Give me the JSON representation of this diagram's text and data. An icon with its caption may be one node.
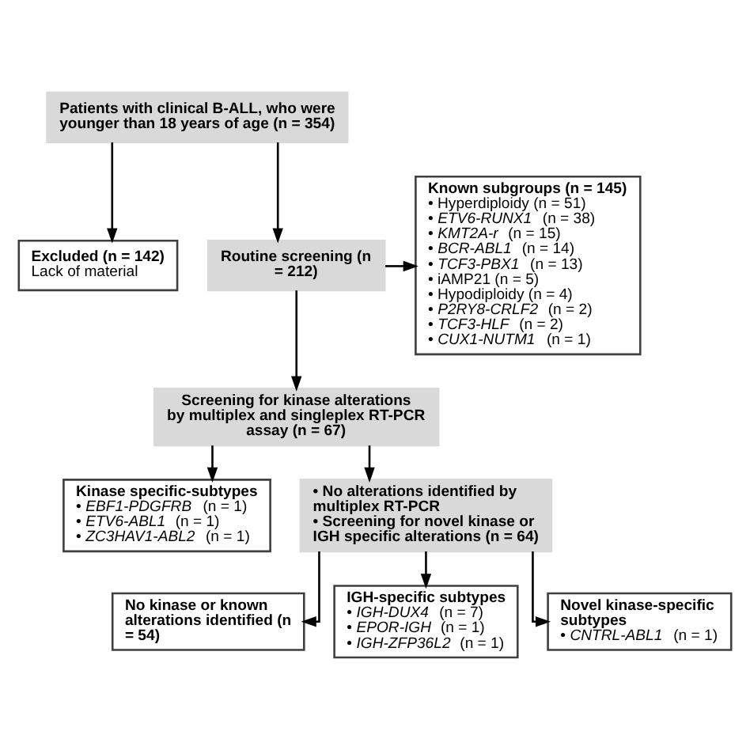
{
  "diagram": {
    "nodes": [
      {
        "text": [
          "Patients with clinical B-ALL, who were younger than 18 years of age (n = 354)"
        ]
      },
      {
        "text": [
          "Excluded (n = 142)",
          "Lack of material"
        ]
      },
      {
        "text": [
          "Routine screening (n = 212)"
        ]
      },
      {
        "text": [
          "Known subgroups (n = 145)",
          "• Hyperdiploidy (n = 51)",
          "• *ETV6-RUNX1* (n = 38)",
          "• *KMT2A-r* (n = 15)",
          "• *BCR-ABL1* (n = 14)",
          "• *TCF3-PBX1* (n = 13)",
          "• iAMP21 (n = 5)",
          "• Hypodiploidy (n = 4)",
          "• *P2RY8-CRLF2* (n = 2)",
          "• *TCF3-HLF* (n = 2)",
          "• *CUX1-NUTM1* (n = 1)"
        ]
      },
      {
        "text": [
          "Screening for kinase alterations by multiplex and singleplex RT-PCR assay (n = 67)"
        ]
      },
      {
        "text": [
          "Kinase specific-subtypes",
          "• *EBF1-PDGFRB* (n = 1)",
          "• *ETV6-ABL1* (n = 1)",
          "• *ZC3HAV1-ABL2* (n = 1)"
        ]
      },
      {
        "text": [
          "• No alterations identified by multiplex RT-PCR",
          "• Screening for novel kinase or IGH specific alterations (n = 64)"
        ]
      },
      {
        "text": [
          "No kinase or known alterations identified (n = 54)"
        ]
      },
      {
        "text": [
          "IGH-specific subtypes",
          "• *IGH-DUX4* (n = 7)",
          "• *EPOR-IGH* (n = 1)",
          "• *IGH-ZFP36L2* (n = 1)"
        ]
      },
      {
        "text": [
          "Novel kinase-specific subtypes",
          "• *CNTRL-ABL1* (n = 1)"
        ]
      }
    ],
    "edges": [
      {
        "from": 0,
        "to": 1,
        "arrow": "to"
      },
      {
        "from": 0,
        "to": 2,
        "arrow": "to"
      },
      {
        "from": 2,
        "to": 3,
        "arrow": "to"
      },
      {
        "from": 2,
        "to": 4,
        "arrow": "to"
      },
      {
        "from": 4,
        "to": 5,
        "arrow": "to"
      },
      {
        "from": 4,
        "to": 6,
        "arrow": "to"
      },
      {
        "from": 6,
        "to": 7,
        "arrow": "to"
      },
      {
        "from": 6,
        "to": 8,
        "arrow": "to"
      },
      {
        "from": 6,
        "to": 9,
        "arrow": "to"
      }
    ]
  }
}
